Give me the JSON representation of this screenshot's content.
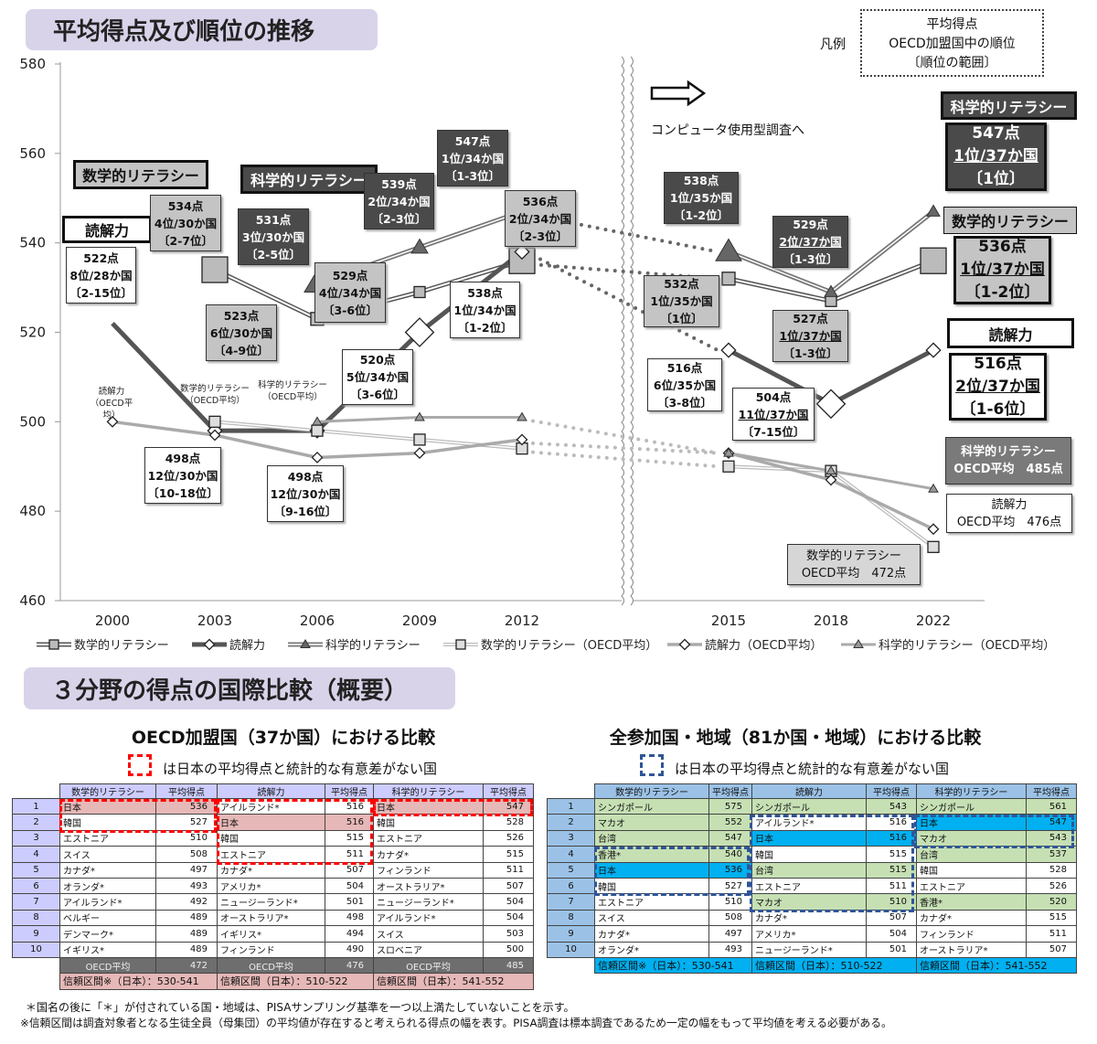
{
  "titles": {
    "trend": "平均得点及び順位の推移",
    "compare": "３分野の得点の国際比較（概要）"
  },
  "legend_box": {
    "label": "凡例",
    "lines": [
      "平均得点",
      "OECD加盟国中の順位",
      "〔順位の範囲〕"
    ]
  },
  "computer_note": "コンピュータ使用型調査へ",
  "chart_data": {
    "type": "line",
    "title": "平均得点及び順位の推移",
    "x": [
      "2000",
      "2003",
      "2006",
      "2009",
      "2012",
      "2015",
      "2018",
      "2022"
    ],
    "ylim": [
      460,
      580
    ],
    "yticks": [
      460,
      480,
      500,
      520,
      540,
      560,
      580
    ],
    "series": [
      {
        "name": "数学的リテラシー",
        "values": [
          null,
          534,
          523,
          529,
          536,
          532,
          527,
          536
        ]
      },
      {
        "name": "読解力",
        "values": [
          522,
          498,
          498,
          520,
          538,
          516,
          504,
          516
        ]
      },
      {
        "name": "科学的リテラシー",
        "values": [
          null,
          null,
          531,
          539,
          547,
          538,
          529,
          547
        ]
      },
      {
        "name": "数学的リテラシー（OECD平均）",
        "values": [
          null,
          500,
          498,
          496,
          494,
          490,
          489,
          472
        ]
      },
      {
        "name": "読解力（OECD平均）",
        "values": [
          500,
          497,
          492,
          493,
          496,
          493,
          487,
          476
        ]
      },
      {
        "name": "科学的リテラシー（OECD平均）",
        "values": [
          null,
          null,
          500,
          501,
          501,
          493,
          489,
          485
        ]
      }
    ],
    "series_labels": {
      "math": "数学的リテラシー",
      "reading": "読解力",
      "science": "科学的リテラシー"
    },
    "oecd_small_labels": {
      "reading": [
        "読解力",
        "（OECD平均）"
      ],
      "math": [
        "数学的リテラシー",
        "（OECD平均）"
      ],
      "science": [
        "科学的リテラシー",
        "（OECD平均）"
      ]
    },
    "annotations": [
      {
        "s": "522点",
        "r": "8位/28か国",
        "g": "〔2-15位〕"
      },
      {
        "s": "534点",
        "r": "4位/30か国",
        "g": "〔2-7位〕"
      },
      {
        "s": "531点",
        "r": "3位/30か国",
        "g": "〔2-5位〕"
      },
      {
        "s": "539点",
        "r": "2位/34か国",
        "g": "〔2-3位〕"
      },
      {
        "s": "547点",
        "r": "1位/34か国",
        "g": "〔1-3位〕"
      },
      {
        "s": "536点",
        "r": "2位/34か国",
        "g": "〔2-3位〕"
      },
      {
        "s": "523点",
        "r": "6位/30か国",
        "g": "〔4-9位〕"
      },
      {
        "s": "529点",
        "r": "4位/34か国",
        "g": "〔3-6位〕"
      },
      {
        "s": "538点",
        "r": "1位/34か国",
        "g": "〔1-2位〕"
      },
      {
        "s": "520点",
        "r": "5位/34か国",
        "g": "〔3-6位〕"
      },
      {
        "s": "498点",
        "r": "12位/30か国",
        "g": "〔10-18位〕"
      },
      {
        "s": "498点",
        "r": "12位/30か国",
        "g": "〔9-16位〕"
      },
      {
        "s": "538点",
        "r": "1位/35か国",
        "g": "〔1-2位〕"
      },
      {
        "s": "529点",
        "r": "2位/37か国",
        "g": "〔1-3位〕"
      },
      {
        "s": "532点",
        "r": "1位/35か国",
        "g": "〔1位〕"
      },
      {
        "s": "527点",
        "r": "1位/37か国",
        "g": "〔1-3位〕"
      },
      {
        "s": "516点",
        "r": "6位/35か国",
        "g": "〔3-8位〕"
      },
      {
        "s": "504点",
        "r": "11位/37か国",
        "g": "〔7-15位〕"
      },
      {
        "s": "547点",
        "r": "1位/37か国",
        "g": "〔1位〕"
      },
      {
        "s": "536点",
        "r": "1位/37か国",
        "g": "〔1-2位〕"
      },
      {
        "s": "516点",
        "r": "2位/37か国",
        "g": "〔1-6位〕"
      }
    ],
    "oecd_2022": {
      "science": [
        "科学的リテラシー",
        "OECD平均　485点"
      ],
      "reading": [
        "読解力",
        "OECD平均　476点"
      ],
      "math": [
        "数学的リテラシー",
        "OECD平均　472点"
      ]
    }
  },
  "oecd_table": {
    "title": "OECD加盟国（37か国）における比較",
    "note": "は日本の平均得点と統計的な有意差がない国",
    "headers": [
      "数学的リテラシー",
      "平均得点",
      "読解力",
      "平均得点",
      "科学的リテラシー",
      "平均得点"
    ],
    "rows": [
      [
        [
          "日本",
          536,
          "j"
        ],
        [
          "アイルランド*",
          516,
          ""
        ],
        [
          "日本",
          547,
          "j"
        ]
      ],
      [
        [
          "韓国",
          527,
          ""
        ],
        [
          "日本",
          516,
          "j"
        ],
        [
          "韓国",
          528,
          ""
        ]
      ],
      [
        [
          "エストニア",
          510,
          ""
        ],
        [
          "韓国",
          515,
          ""
        ],
        [
          "エストニア",
          526,
          ""
        ]
      ],
      [
        [
          "スイス",
          508,
          ""
        ],
        [
          "エストニア",
          511,
          ""
        ],
        [
          "カナダ*",
          515,
          ""
        ]
      ],
      [
        [
          "カナダ*",
          497,
          ""
        ],
        [
          "カナダ*",
          507,
          ""
        ],
        [
          "フィンランド",
          511,
          ""
        ]
      ],
      [
        [
          "オランダ*",
          493,
          ""
        ],
        [
          "アメリカ*",
          504,
          ""
        ],
        [
          "オーストラリア*",
          507,
          ""
        ]
      ],
      [
        [
          "アイルランド*",
          492,
          ""
        ],
        [
          "ニュージーランド*",
          501,
          ""
        ],
        [
          "ニュージーランド*",
          504,
          ""
        ]
      ],
      [
        [
          "ベルギー",
          489,
          ""
        ],
        [
          "オーストラリア*",
          498,
          ""
        ],
        [
          "アイルランド*",
          504,
          ""
        ]
      ],
      [
        [
          "デンマーク*",
          489,
          ""
        ],
        [
          "イギリス*",
          494,
          ""
        ],
        [
          "スイス",
          503,
          ""
        ]
      ],
      [
        [
          "イギリス*",
          489,
          ""
        ],
        [
          "フィンランド",
          490,
          ""
        ],
        [
          "スロベニア",
          500,
          ""
        ]
      ]
    ],
    "avg_label": "OECD平均",
    "avg": [
      472,
      476,
      485
    ],
    "ci": [
      "信頼区間※（日本）：530-541",
      "信頼区間（日本）：510-522",
      "信頼区間（日本）：541-552"
    ],
    "similar_ranks": [
      [
        1,
        2
      ],
      [
        1,
        4
      ],
      [
        1,
        1
      ]
    ]
  },
  "all_table": {
    "title": "全参加国・地域（81か国・地域）における比較",
    "note": "は日本の平均得点と統計的な有意差がない国",
    "headers": [
      "数学的リテラシー",
      "平均得点",
      "読解力",
      "平均得点",
      "科学的リテラシー",
      "平均得点"
    ],
    "rows": [
      [
        [
          "シンガポール",
          575,
          "g"
        ],
        [
          "シンガポール",
          543,
          "g"
        ],
        [
          "シンガポール",
          561,
          "g"
        ]
      ],
      [
        [
          "マカオ",
          552,
          "g"
        ],
        [
          "アイルランド*",
          516,
          ""
        ],
        [
          "日本",
          547,
          "j"
        ]
      ],
      [
        [
          "台湾",
          547,
          "g"
        ],
        [
          "日本",
          516,
          "j"
        ],
        [
          "マカオ",
          543,
          "g"
        ]
      ],
      [
        [
          "香港*",
          540,
          "g"
        ],
        [
          "韓国",
          515,
          ""
        ],
        [
          "台湾",
          537,
          "g"
        ]
      ],
      [
        [
          "日本",
          536,
          "j"
        ],
        [
          "台湾",
          515,
          "g"
        ],
        [
          "韓国",
          528,
          ""
        ]
      ],
      [
        [
          "韓国",
          527,
          ""
        ],
        [
          "エストニア",
          511,
          ""
        ],
        [
          "エストニア",
          526,
          ""
        ]
      ],
      [
        [
          "エストニア",
          510,
          ""
        ],
        [
          "マカオ",
          510,
          "g"
        ],
        [
          "香港*",
          520,
          "g"
        ]
      ],
      [
        [
          "スイス",
          508,
          ""
        ],
        [
          "カナダ*",
          507,
          ""
        ],
        [
          "カナダ*",
          515,
          ""
        ]
      ],
      [
        [
          "カナダ*",
          497,
          ""
        ],
        [
          "アメリカ*",
          504,
          ""
        ],
        [
          "フィンランド",
          511,
          ""
        ]
      ],
      [
        [
          "オランダ*",
          493,
          ""
        ],
        [
          "ニュージーランド*",
          501,
          ""
        ],
        [
          "オーストラリア*",
          507,
          ""
        ]
      ]
    ],
    "ci": [
      "信頼区間※（日本）：530-541",
      "信頼区間（日本）：510-522",
      "信頼区間（日本）：541-552"
    ],
    "similar_ranks": [
      [
        4,
        6
      ],
      [
        2,
        7
      ],
      [
        2,
        3
      ]
    ]
  },
  "footnotes": [
    "＊国名の後に「＊」が付されている国・地域は、PISAサンプリング基準を一つ以上満たしていないことを示す。",
    "※信頼区間は調査対象者となる生徒全員（母集団）の平均値が存在すると考えられる得点の幅を表す。PISA調査は標本調査であるため一定の幅をもって平均値を考える必要がある。"
  ],
  "colors": {
    "japan_oecd": "#e6b8b7",
    "japan_all": "#00b0f0",
    "asia_green": "#c6e0b4",
    "oecd_header": "#ccccff",
    "all_header": "#9bc2e6",
    "red_dash": "#ff0000",
    "blue_dash": "#2f5597"
  }
}
